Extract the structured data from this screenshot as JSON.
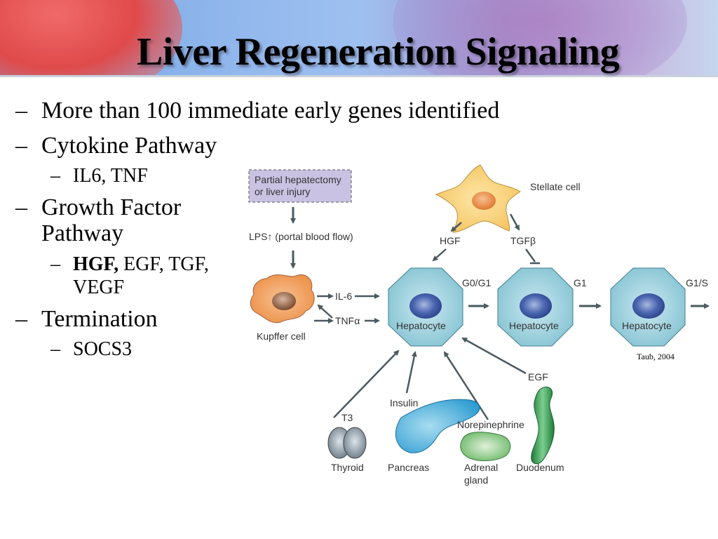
{
  "slide": {
    "title": "Liver Regeneration Signaling",
    "bullets": [
      {
        "level": 1,
        "text": "More than 100 immediate early genes identified"
      },
      {
        "level": 1,
        "text": "Cytokine Pathway"
      },
      {
        "level": 2,
        "text": "IL6, TNF"
      },
      {
        "level": 1,
        "text_line1": "Growth Factor",
        "text_line2": "Pathway"
      },
      {
        "level": 2,
        "bold_part": "HGF,",
        "rest_line1": " EGF, TGF,",
        "line2": "VEGF"
      },
      {
        "level": 1,
        "text": "Termination"
      },
      {
        "level": 2,
        "text": "SOCS3"
      }
    ],
    "dash": "–"
  },
  "diagram": {
    "injury_box_line1": "Partial hepatectomy",
    "injury_box_line2": "or liver injury",
    "lps_label": "LPS↑ (portal blood flow)",
    "kupffer_label": "Kupffer cell",
    "il6_label": "IL-6",
    "tnf_label": "TNFα",
    "stellate_label": "Stellate cell",
    "hgf_label": "HGF",
    "tgfb_label": "TGFβ",
    "hepatocytes": [
      {
        "label": "Hepatocyte",
        "phase": "G0/G1"
      },
      {
        "label": "Hepatocyte",
        "phase": "G1"
      },
      {
        "label": "Hepatocyte",
        "phase": "G1/S"
      }
    ],
    "organs": [
      {
        "name": "Thyroid",
        "signal": "T3"
      },
      {
        "name": "Pancreas",
        "signal": "Insulin"
      },
      {
        "name_line1": "Adrenal",
        "name_line2": "gland",
        "signal": "Norepinephrine"
      },
      {
        "name": "Duodenum",
        "signal": "EGF"
      }
    ],
    "citation": "Taub, 2004",
    "colors": {
      "hepatocyte_fill": "#8fcbd8",
      "nucleus": "#3d5aa8",
      "kupffer": "#f0a060",
      "stellate": "#f7cf7a",
      "injury_box": "#c9c2e2",
      "arrow": "#4a5a60"
    }
  }
}
